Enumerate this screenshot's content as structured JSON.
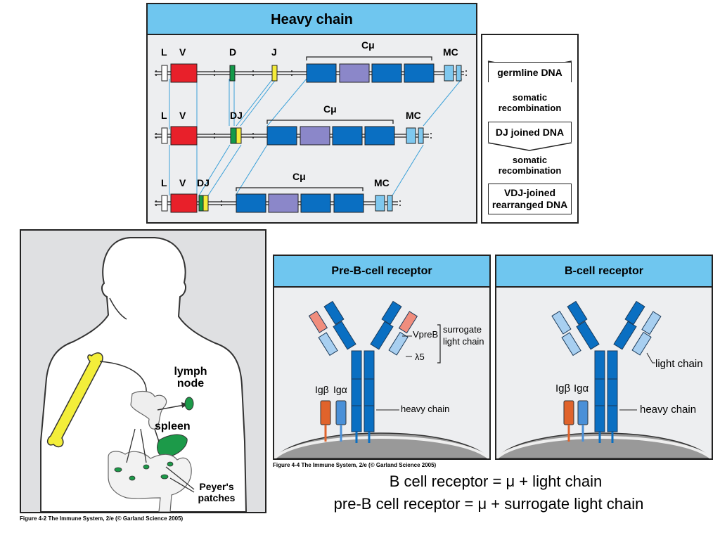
{
  "heavy_chain": {
    "title": "Heavy chain",
    "rows": [
      {
        "L": "L",
        "V": "V",
        "D": "D",
        "J": "J",
        "C": "Cμ",
        "MC": "MC"
      },
      {
        "L": "L",
        "V": "V",
        "DJ": "DJ",
        "C": "Cμ",
        "MC": "MC"
      },
      {
        "L": "L",
        "V": "V",
        "DJ": "DJ",
        "C": "Cμ",
        "MC": "MC"
      }
    ]
  },
  "recombination": {
    "step1": "germline DNA",
    "arrow1": "somatic recombination",
    "step2": "DJ joined DNA",
    "arrow2": "somatic recombination",
    "step3": "VDJ-joined rearranged DNA"
  },
  "body_figure": {
    "labels": {
      "lymph_node": "lymph node",
      "spleen": "spleen",
      "peyers": "Peyer's patches"
    },
    "caption": "Figure 4-2  The Immune System, 2/e (© Garland Science 2005)"
  },
  "pre_b": {
    "title": "Pre-B-cell receptor",
    "vpreb": "VpreB",
    "lambda5": "λ5",
    "surrogate": "surrogate light chain",
    "ig_beta": "Igβ",
    "ig_alpha": "Igα",
    "heavy_chain": "heavy chain"
  },
  "b_cell": {
    "title": "B-cell receptor",
    "light_chain": "light chain",
    "ig_beta": "Igβ",
    "ig_alpha": "Igα",
    "heavy_chain": "heavy chain"
  },
  "caption2": "Figure 4-4  The Immune System, 2/e (© Garland Science 2005)",
  "equations": {
    "line1": "B cell receptor = μ + light chain",
    "line2": "pre-B cell receptor = μ + surrogate light chain"
  },
  "colors": {
    "header": "#6fc6ef",
    "v_segment": "#e8202a",
    "d_segment": "#139a49",
    "j_segment": "#f5ec3a",
    "c_block": "#0a6fc2",
    "c_purple": "#8b87c9",
    "mc_block": "#7fc8ef"
  }
}
